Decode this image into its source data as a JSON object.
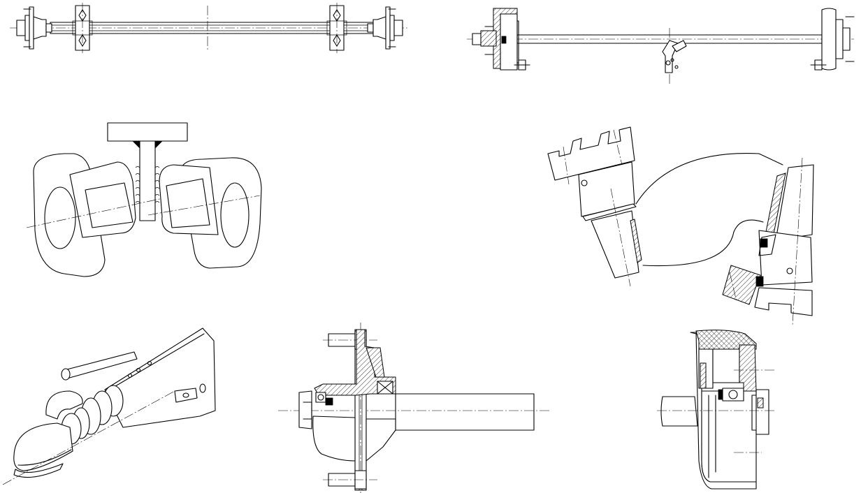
{
  "sheet": {
    "background": "#ffffff",
    "line_color": "#000000",
    "views": [
      {
        "id": "trailer-axle-unbraked-plan",
        "icon": "axle-with-mounting-brackets-icon"
      },
      {
        "id": "trailer-axle-braked-plan",
        "icon": "axle-with-brake-drums-and-linkage-icon"
      },
      {
        "id": "axle-clamp-weld-detail",
        "icon": "welded-axle-clamp-icon"
      },
      {
        "id": "suspension-torsion-arm-isometric",
        "icon": "torsion-arm-icon"
      },
      {
        "id": "coupling-head-isometric",
        "icon": "trailer-coupling-head-icon"
      },
      {
        "id": "unbraked-hub-section",
        "icon": "hub-section-icon"
      },
      {
        "id": "brake-drum-section",
        "icon": "brake-drum-section-icon"
      }
    ]
  }
}
